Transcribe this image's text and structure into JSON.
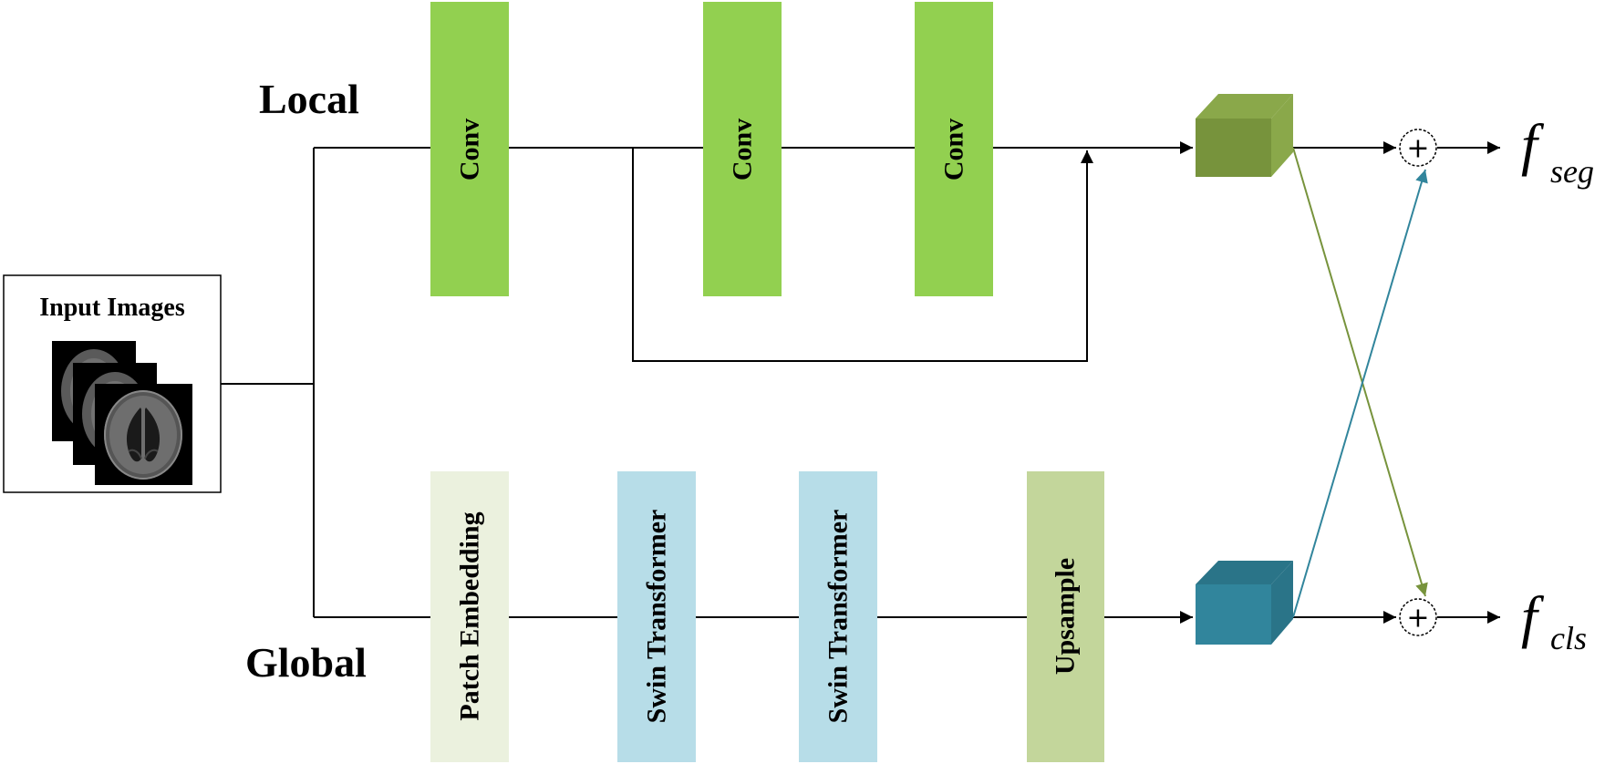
{
  "branches": {
    "local_label": "Local",
    "global_label": "Global"
  },
  "input": {
    "label": "Input Images",
    "image_icon": "brain-mri-slices"
  },
  "local_blocks": [
    {
      "label": "Conv"
    },
    {
      "label": "Conv"
    },
    {
      "label": "Conv"
    }
  ],
  "global_blocks": [
    {
      "label": "Patch Embedding"
    },
    {
      "label": "Swin Transformer"
    },
    {
      "label": "Swin Transformer"
    },
    {
      "label": "Upsample"
    }
  ],
  "outputs": {
    "seg_base": "f",
    "seg_sub": "seg",
    "cls_base": "f",
    "cls_sub": "cls",
    "sum_symbol": "+"
  },
  "colors": {
    "conv": "#92d050",
    "patch_embedding": "#ebf1de",
    "swin_transformer": "#b7dde8",
    "upsample": "#c3d69b",
    "local_feature_cube": "#77933c",
    "global_feature_cube": "#31859c",
    "cross_arrow_local": "#77933c",
    "cross_arrow_global": "#31859c"
  }
}
